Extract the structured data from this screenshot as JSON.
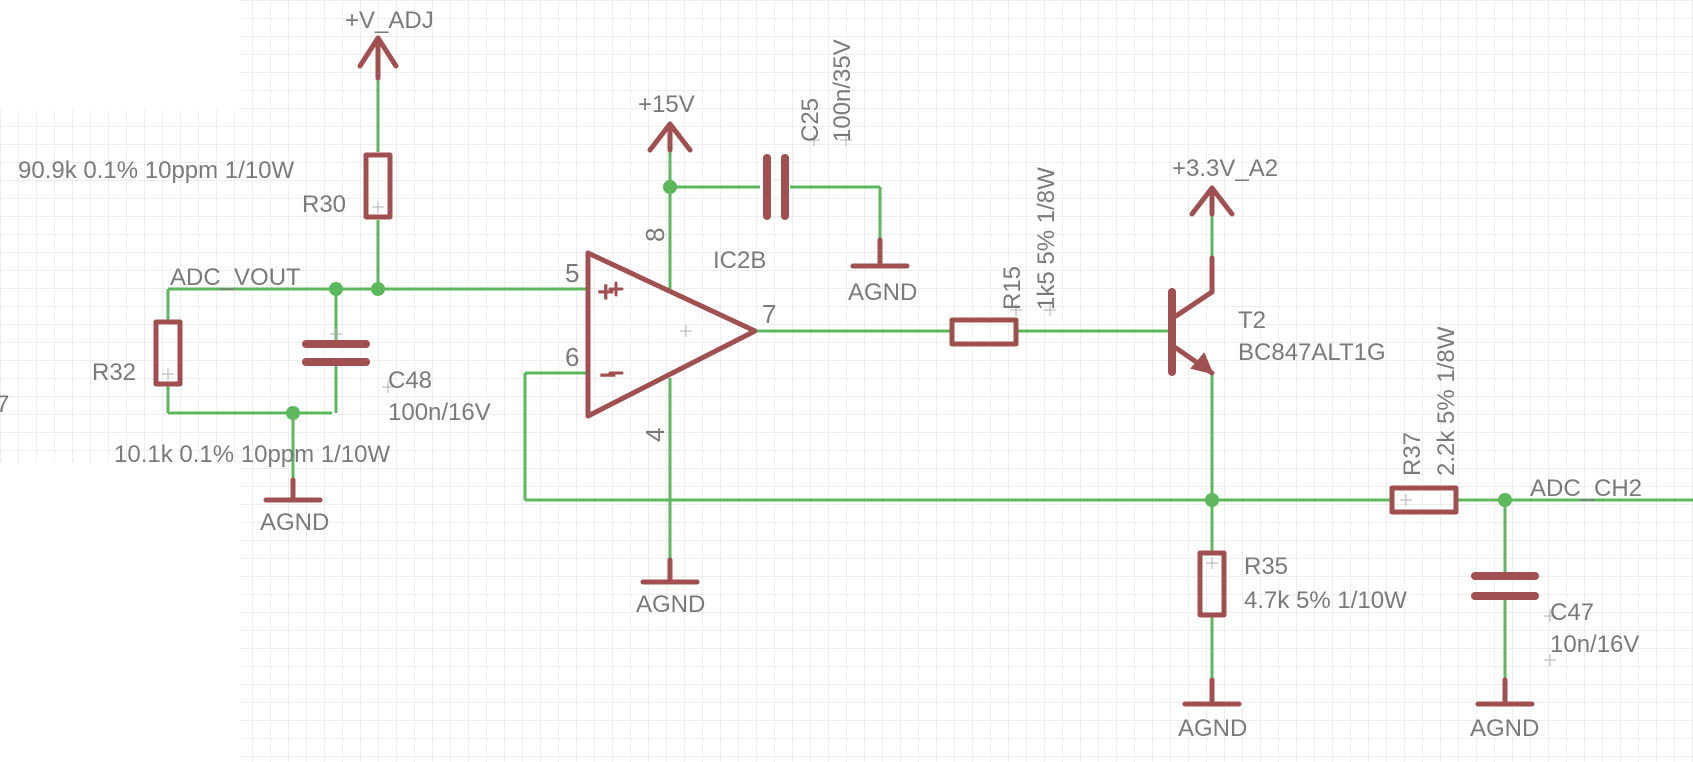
{
  "schematic": {
    "supplies": {
      "v_adj": "+V_ADJ",
      "v15": "+15V",
      "v33_a2": "+3.3V_A2"
    },
    "grounds": {
      "agnd_r32": "AGND",
      "agnd_ic": "AGND",
      "agnd_c25": "AGND",
      "agnd_r35": "AGND",
      "agnd_c47": "AGND"
    },
    "nets": {
      "adc_vout": "ADC_VOUT",
      "adc_ch2": "ADC_CH2"
    },
    "components": {
      "r30": {
        "name": "R30",
        "value": "90.9k 0.1% 10ppm 1/10W"
      },
      "r32": {
        "name": "R32",
        "value": "10.1k 0.1% 10ppm 1/10W"
      },
      "c48": {
        "name": "C48",
        "value": "100n/16V"
      },
      "c25": {
        "name": "C25",
        "value": "100n/35V"
      },
      "ic2b": {
        "name": "IC2B",
        "pin_plus": "5",
        "pin_minus": "6",
        "pin_out": "7",
        "pin_vcc": "8",
        "pin_gnd": "4",
        "plus_sign": "+",
        "minus_sign": "−"
      },
      "r15": {
        "name": "R15",
        "value": "1k5 5% 1/8W"
      },
      "t2": {
        "name": "T2",
        "value": "BC847ALT1G"
      },
      "r37": {
        "name": "R37",
        "value": "2.2k 5% 1/8W"
      },
      "r35": {
        "name": "R35",
        "value": "4.7k 5% 1/10W"
      },
      "c47": {
        "name": "C47",
        "value": "10n/16V"
      }
    },
    "edge_fragment": "7"
  }
}
